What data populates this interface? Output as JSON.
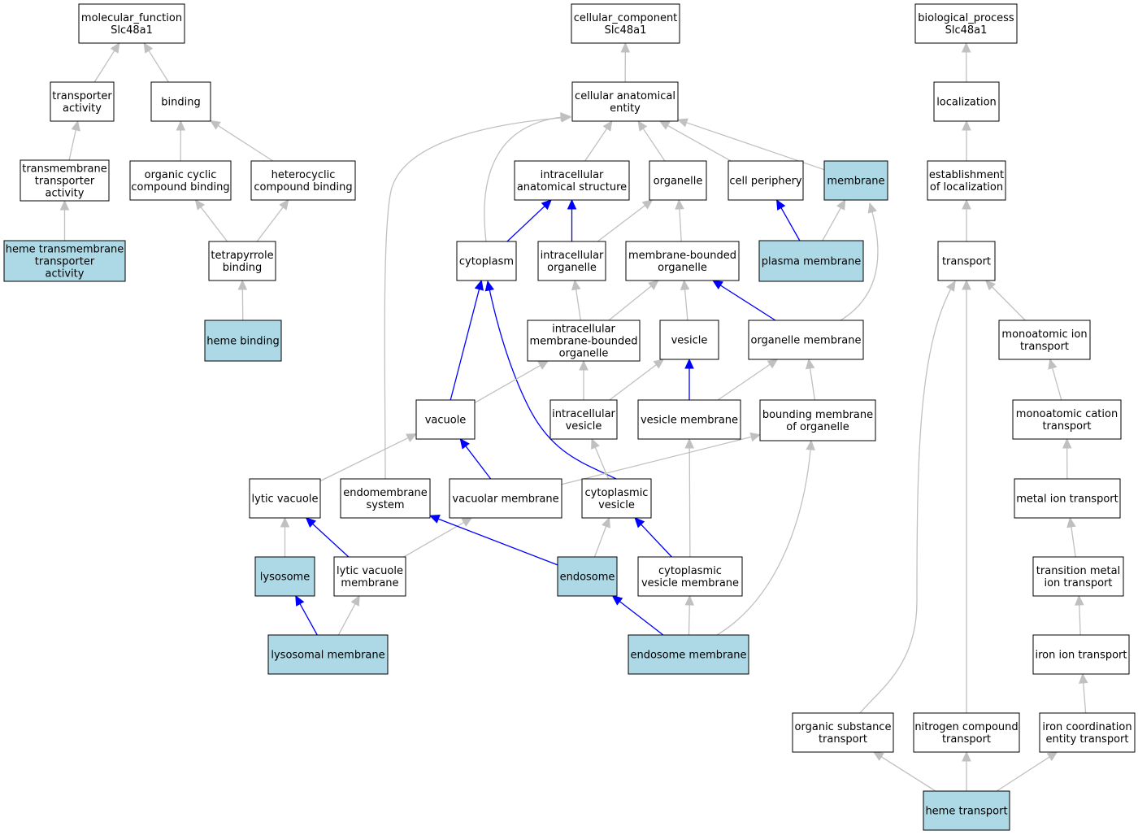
{
  "colors": {
    "highlight_fill": "#add8e6",
    "default_fill": "#ffffff",
    "edge_default": "#c0c0c0",
    "edge_highlight": "#0000ff"
  },
  "nodes": {
    "mf": {
      "lines": [
        "molecular_function",
        "Slc48a1"
      ],
      "highlight": false
    },
    "ta": {
      "lines": [
        "transporter",
        "activity"
      ],
      "highlight": false
    },
    "bind": {
      "lines": [
        "binding"
      ],
      "highlight": false
    },
    "tta": {
      "lines": [
        "transmembrane",
        "transporter",
        "activity"
      ],
      "highlight": false
    },
    "occb": {
      "lines": [
        "organic cyclic",
        "compound binding"
      ],
      "highlight": false
    },
    "hcb": {
      "lines": [
        "heterocyclic",
        "compound binding"
      ],
      "highlight": false
    },
    "htta": {
      "lines": [
        "heme transmembrane",
        "transporter",
        "activity"
      ],
      "highlight": true
    },
    "tpb": {
      "lines": [
        "tetrapyrrole",
        "binding"
      ],
      "highlight": false
    },
    "hb": {
      "lines": [
        "heme binding"
      ],
      "highlight": true
    },
    "cc": {
      "lines": [
        "cellular_component",
        "Slc48a1"
      ],
      "highlight": false
    },
    "cae": {
      "lines": [
        "cellular anatomical",
        "entity"
      ],
      "highlight": false
    },
    "ias": {
      "lines": [
        "intracellular",
        "anatomical structure"
      ],
      "highlight": false
    },
    "org": {
      "lines": [
        "organelle"
      ],
      "highlight": false
    },
    "cp": {
      "lines": [
        "cell periphery"
      ],
      "highlight": false
    },
    "mem": {
      "lines": [
        "membrane"
      ],
      "highlight": true
    },
    "cyto": {
      "lines": [
        "cytoplasm"
      ],
      "highlight": false
    },
    "io": {
      "lines": [
        "intracellular",
        "organelle"
      ],
      "highlight": false
    },
    "mbo": {
      "lines": [
        "membrane-bounded",
        "organelle"
      ],
      "highlight": false
    },
    "pm": {
      "lines": [
        "plasma membrane"
      ],
      "highlight": true
    },
    "imbo": {
      "lines": [
        "intracellular",
        "membrane-bounded",
        "organelle"
      ],
      "highlight": false
    },
    "ves": {
      "lines": [
        "vesicle"
      ],
      "highlight": false
    },
    "om": {
      "lines": [
        "organelle membrane"
      ],
      "highlight": false
    },
    "vac": {
      "lines": [
        "vacuole"
      ],
      "highlight": false
    },
    "iv": {
      "lines": [
        "intracellular",
        "vesicle"
      ],
      "highlight": false
    },
    "vm": {
      "lines": [
        "vesicle membrane"
      ],
      "highlight": false
    },
    "bmo": {
      "lines": [
        "bounding membrane",
        "of organelle"
      ],
      "highlight": false
    },
    "lv": {
      "lines": [
        "lytic vacuole"
      ],
      "highlight": false
    },
    "es": {
      "lines": [
        "endomembrane",
        "system"
      ],
      "highlight": false
    },
    "vacm": {
      "lines": [
        "vacuolar membrane"
      ],
      "highlight": false
    },
    "cv": {
      "lines": [
        "cytoplasmic",
        "vesicle"
      ],
      "highlight": false
    },
    "lys": {
      "lines": [
        "lysosome"
      ],
      "highlight": true
    },
    "lvm": {
      "lines": [
        "lytic vacuole",
        "membrane"
      ],
      "highlight": false
    },
    "endo": {
      "lines": [
        "endosome"
      ],
      "highlight": true
    },
    "cvm": {
      "lines": [
        "cytoplasmic",
        "vesicle membrane"
      ],
      "highlight": false
    },
    "lysm": {
      "lines": [
        "lysosomal membrane"
      ],
      "highlight": true
    },
    "endom": {
      "lines": [
        "endosome membrane"
      ],
      "highlight": true
    },
    "bp": {
      "lines": [
        "biological_process",
        "Slc48a1"
      ],
      "highlight": false
    },
    "loc": {
      "lines": [
        "localization"
      ],
      "highlight": false
    },
    "eol": {
      "lines": [
        "establishment",
        "of localization"
      ],
      "highlight": false
    },
    "tr": {
      "lines": [
        "transport"
      ],
      "highlight": false
    },
    "mit": {
      "lines": [
        "monoatomic ion",
        "transport"
      ],
      "highlight": false
    },
    "mct": {
      "lines": [
        "monoatomic cation",
        "transport"
      ],
      "highlight": false
    },
    "meit": {
      "lines": [
        "metal ion transport"
      ],
      "highlight": false
    },
    "tmit": {
      "lines": [
        "transition metal",
        "ion transport"
      ],
      "highlight": false
    },
    "iit": {
      "lines": [
        "iron ion transport"
      ],
      "highlight": false
    },
    "ost": {
      "lines": [
        "organic substance",
        "transport"
      ],
      "highlight": false
    },
    "nct": {
      "lines": [
        "nitrogen compound",
        "transport"
      ],
      "highlight": false
    },
    "icet": {
      "lines": [
        "iron coordination",
        "entity transport"
      ],
      "highlight": false
    },
    "ht": {
      "lines": [
        "heme transport"
      ],
      "highlight": true
    }
  },
  "edges": [
    {
      "from": "ta",
      "to": "mf",
      "highlight": false
    },
    {
      "from": "bind",
      "to": "mf",
      "highlight": false
    },
    {
      "from": "tta",
      "to": "ta",
      "highlight": false
    },
    {
      "from": "occb",
      "to": "bind",
      "highlight": false
    },
    {
      "from": "hcb",
      "to": "bind",
      "highlight": false
    },
    {
      "from": "htta",
      "to": "tta",
      "highlight": false
    },
    {
      "from": "tpb",
      "to": "occb",
      "highlight": false
    },
    {
      "from": "tpb",
      "to": "hcb",
      "highlight": false
    },
    {
      "from": "hb",
      "to": "tpb",
      "highlight": false
    },
    {
      "from": "cae",
      "to": "cc",
      "highlight": false
    },
    {
      "from": "ias",
      "to": "cae",
      "highlight": false
    },
    {
      "from": "org",
      "to": "cae",
      "highlight": false
    },
    {
      "from": "cp",
      "to": "cae",
      "highlight": false
    },
    {
      "from": "mem",
      "to": "cae",
      "highlight": false
    },
    {
      "from": "cyto",
      "to": "cae",
      "highlight": false
    },
    {
      "from": "es",
      "to": "cae",
      "highlight": false
    },
    {
      "from": "cyto",
      "to": "ias",
      "highlight": true
    },
    {
      "from": "io",
      "to": "ias",
      "highlight": true
    },
    {
      "from": "io",
      "to": "org",
      "highlight": false
    },
    {
      "from": "mbo",
      "to": "org",
      "highlight": false
    },
    {
      "from": "pm",
      "to": "cp",
      "highlight": true
    },
    {
      "from": "pm",
      "to": "mem",
      "highlight": false
    },
    {
      "from": "om",
      "to": "mem",
      "highlight": false
    },
    {
      "from": "imbo",
      "to": "io",
      "highlight": false
    },
    {
      "from": "imbo",
      "to": "mbo",
      "highlight": false
    },
    {
      "from": "ves",
      "to": "mbo",
      "highlight": false
    },
    {
      "from": "om",
      "to": "mbo",
      "highlight": true
    },
    {
      "from": "vac",
      "to": "cyto",
      "highlight": true
    },
    {
      "from": "cv",
      "to": "cyto",
      "highlight": true
    },
    {
      "from": "vac",
      "to": "imbo",
      "highlight": false
    },
    {
      "from": "iv",
      "to": "imbo",
      "highlight": false
    },
    {
      "from": "iv",
      "to": "ves",
      "highlight": false
    },
    {
      "from": "vm",
      "to": "ves",
      "highlight": true
    },
    {
      "from": "vm",
      "to": "om",
      "highlight": false
    },
    {
      "from": "bmo",
      "to": "om",
      "highlight": false
    },
    {
      "from": "lv",
      "to": "vac",
      "highlight": false
    },
    {
      "from": "vacm",
      "to": "vac",
      "highlight": true
    },
    {
      "from": "vacm",
      "to": "bmo",
      "highlight": false
    },
    {
      "from": "endom",
      "to": "bmo",
      "highlight": false
    },
    {
      "from": "cv",
      "to": "iv",
      "highlight": false
    },
    {
      "from": "cvm",
      "to": "vm",
      "highlight": false
    },
    {
      "from": "lys",
      "to": "lv",
      "highlight": false
    },
    {
      "from": "lvm",
      "to": "lv",
      "highlight": true
    },
    {
      "from": "lvm",
      "to": "vacm",
      "highlight": false
    },
    {
      "from": "endo",
      "to": "es",
      "highlight": true
    },
    {
      "from": "endo",
      "to": "cv",
      "highlight": false
    },
    {
      "from": "cvm",
      "to": "cv",
      "highlight": true
    },
    {
      "from": "lysm",
      "to": "lys",
      "highlight": true
    },
    {
      "from": "lysm",
      "to": "lvm",
      "highlight": false
    },
    {
      "from": "endom",
      "to": "endo",
      "highlight": true
    },
    {
      "from": "endom",
      "to": "cvm",
      "highlight": false
    },
    {
      "from": "loc",
      "to": "bp",
      "highlight": false
    },
    {
      "from": "eol",
      "to": "loc",
      "highlight": false
    },
    {
      "from": "tr",
      "to": "eol",
      "highlight": false
    },
    {
      "from": "mit",
      "to": "tr",
      "highlight": false
    },
    {
      "from": "ost",
      "to": "tr",
      "highlight": false
    },
    {
      "from": "nct",
      "to": "tr",
      "highlight": false
    },
    {
      "from": "mct",
      "to": "mit",
      "highlight": false
    },
    {
      "from": "meit",
      "to": "mct",
      "highlight": false
    },
    {
      "from": "tmit",
      "to": "meit",
      "highlight": false
    },
    {
      "from": "iit",
      "to": "tmit",
      "highlight": false
    },
    {
      "from": "icet",
      "to": "iit",
      "highlight": false
    },
    {
      "from": "ht",
      "to": "ost",
      "highlight": false
    },
    {
      "from": "ht",
      "to": "nct",
      "highlight": false
    },
    {
      "from": "ht",
      "to": "icet",
      "highlight": false
    }
  ]
}
